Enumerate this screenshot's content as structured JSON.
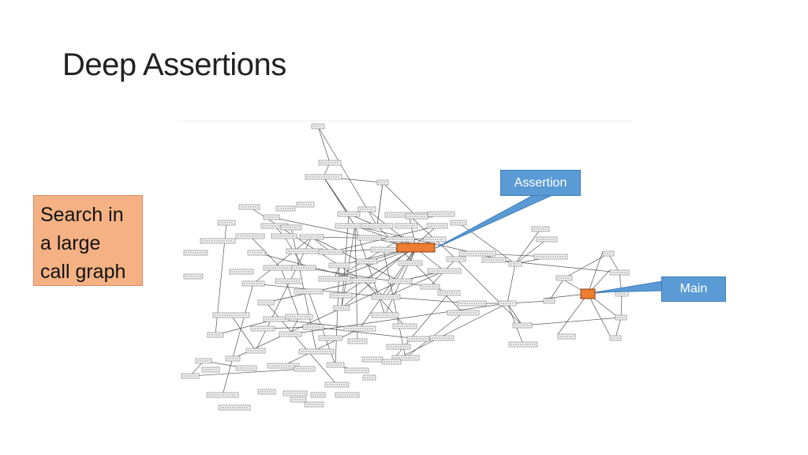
{
  "slide": {
    "title": "Deep Assertions",
    "note_lines": [
      "Search in",
      "a large",
      "call graph"
    ],
    "callouts": {
      "assertion": "Assertion",
      "main": "Main"
    },
    "colors": {
      "note_fill": "#f4b183",
      "callout_fill": "#5b9bd5",
      "highlight_node": "#ed7d31",
      "node_fill": "#f2f2f2",
      "edge": "#555555"
    }
  }
}
